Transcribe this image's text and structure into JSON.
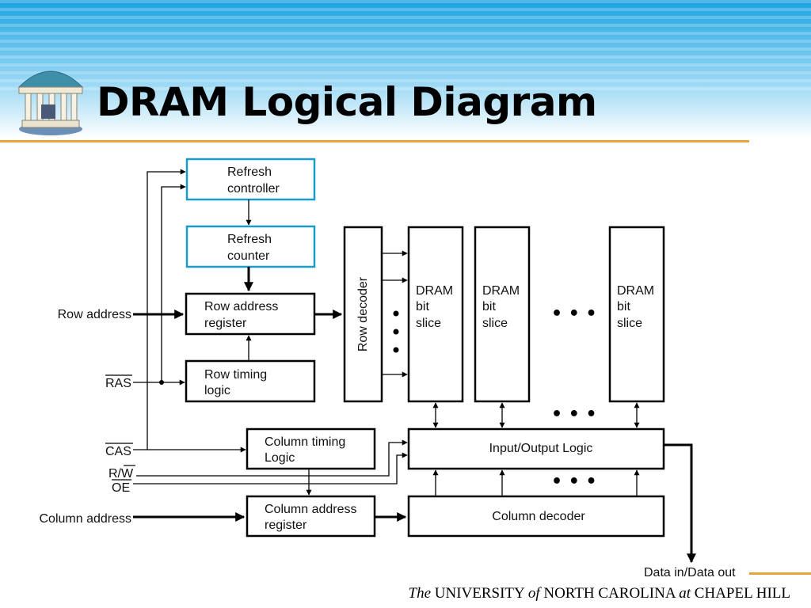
{
  "slide": {
    "title": "DRAM Logical Diagram",
    "footer": {
      "the": "The",
      "university": "UNIVERSITY",
      "of": "of",
      "state": "NORTH CAROLINA",
      "at": "at",
      "city": "CHAPEL HILL"
    }
  },
  "colors": {
    "accent_rule": "#e8a33a",
    "highlight_box": "#1b9bc6",
    "band_top": "#1aa3e2"
  },
  "icon": "old-well-logo",
  "diagram": {
    "refresh_controller": [
      "Refresh",
      "controller"
    ],
    "refresh_counter": [
      "Refresh",
      "counter"
    ],
    "row_address_register": [
      "Row address",
      "register"
    ],
    "row_timing_logic": [
      "Row timing",
      "logic"
    ],
    "row_decoder": "Row decoder",
    "bit_slice": [
      "DRAM",
      "bit",
      "slice"
    ],
    "column_timing_logic": [
      "Column timing",
      "Logic"
    ],
    "column_address_register": [
      "Column address",
      "register"
    ],
    "io_logic": "Input/Output Logic",
    "column_decoder": "Column decoder",
    "inputs": {
      "row_address": "Row address",
      "ras": "RAS",
      "cas": "CAS",
      "rw": "R/W",
      "oe": "OE",
      "column_address": "Column address"
    },
    "output": "Data in/Data out",
    "ellipsis": "• • •"
  }
}
